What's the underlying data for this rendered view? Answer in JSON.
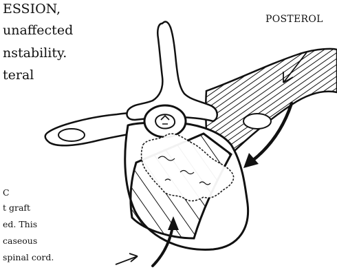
{
  "colors": {
    "ink": "#111111",
    "paper": "#ffffff"
  },
  "anterior_text": [
    "ESSION,",
    "unaffected",
    "nstability.",
    "teral"
  ],
  "posterior_label": "POSTEROL",
  "bottom_text": [
    "C",
    "t graft",
    "ed. This",
    "caseous",
    "spinal cord."
  ]
}
